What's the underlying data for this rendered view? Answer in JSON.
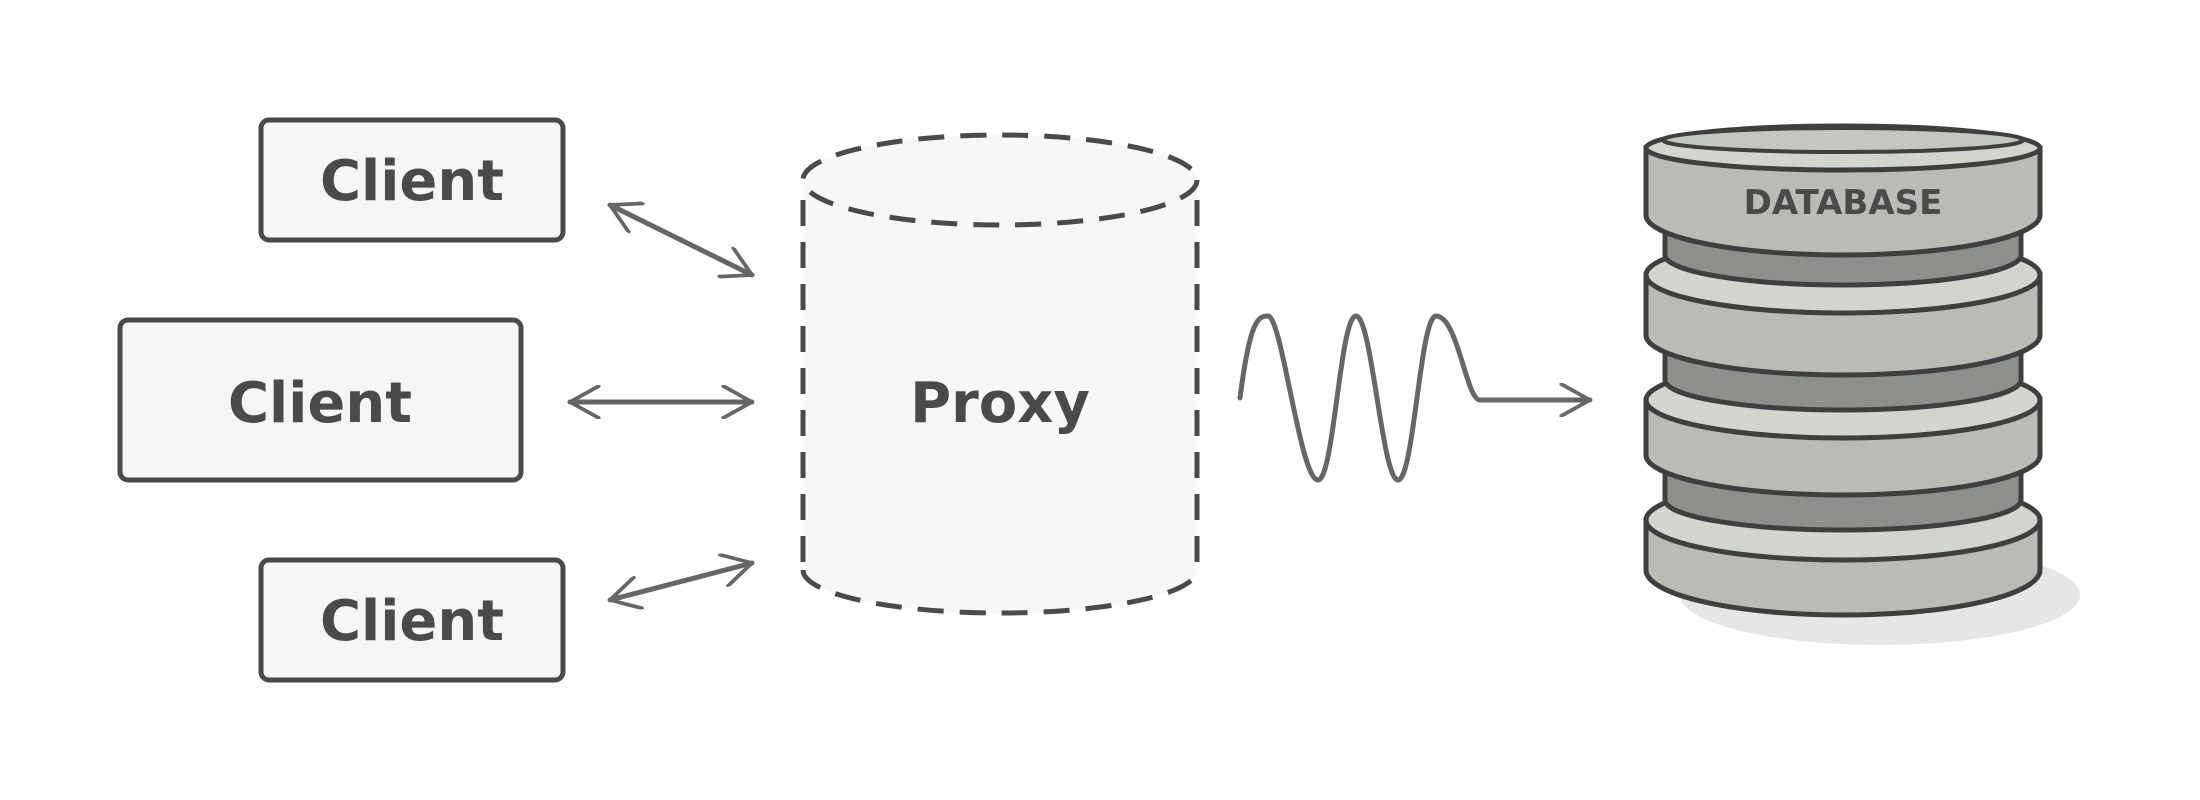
{
  "diagram": {
    "clients": [
      {
        "label": "Client"
      },
      {
        "label": "Client"
      },
      {
        "label": "Client"
      }
    ],
    "proxy": {
      "label": "Proxy"
    },
    "database": {
      "label": "DATABASE"
    }
  },
  "colors": {
    "stroke": "#4a4a4a",
    "client_fill": "#f5f5f5",
    "proxy_fill": "#f7f7f7",
    "arrow": "#666666",
    "database_fill": "#b9bbb4",
    "database_dark": "#8d908a",
    "database_light": "#d2d4ce",
    "shadow": "#e6e6e6"
  }
}
